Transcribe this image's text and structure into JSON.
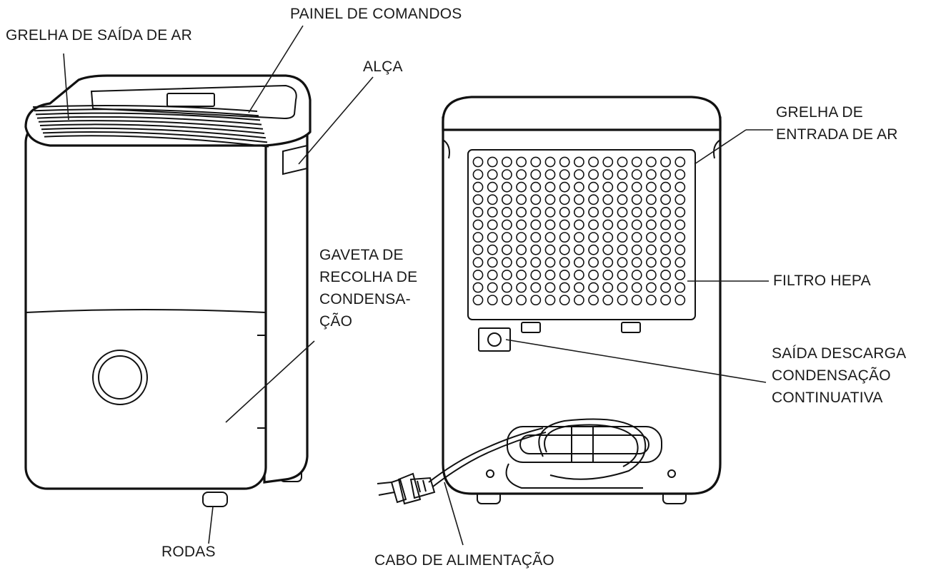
{
  "labels": {
    "grelha_saida": "GRELHA DE SAÍDA DE AR",
    "painel": "PAINEL DE COMANDOS",
    "alca": "ALÇA",
    "grelha_entrada": [
      "GRELHA DE",
      "ENTRADA DE AR"
    ],
    "gaveta": [
      "GAVETA DE",
      "RECOLHA DE",
      "CONDENSA-",
      "ÇÃO"
    ],
    "filtro": "FILTRO HEPA",
    "saida_descarga": [
      "SAÍDA DESCARGA",
      "CONDENSAÇÃO",
      "CONTINUATIVA"
    ],
    "rodas": "RODAS",
    "cabo": "CABO DE ALIMENTAÇÃO"
  },
  "grid": {
    "rows": 12,
    "cols": 15
  },
  "colors": {
    "line": "#111111",
    "background": "#ffffff"
  }
}
